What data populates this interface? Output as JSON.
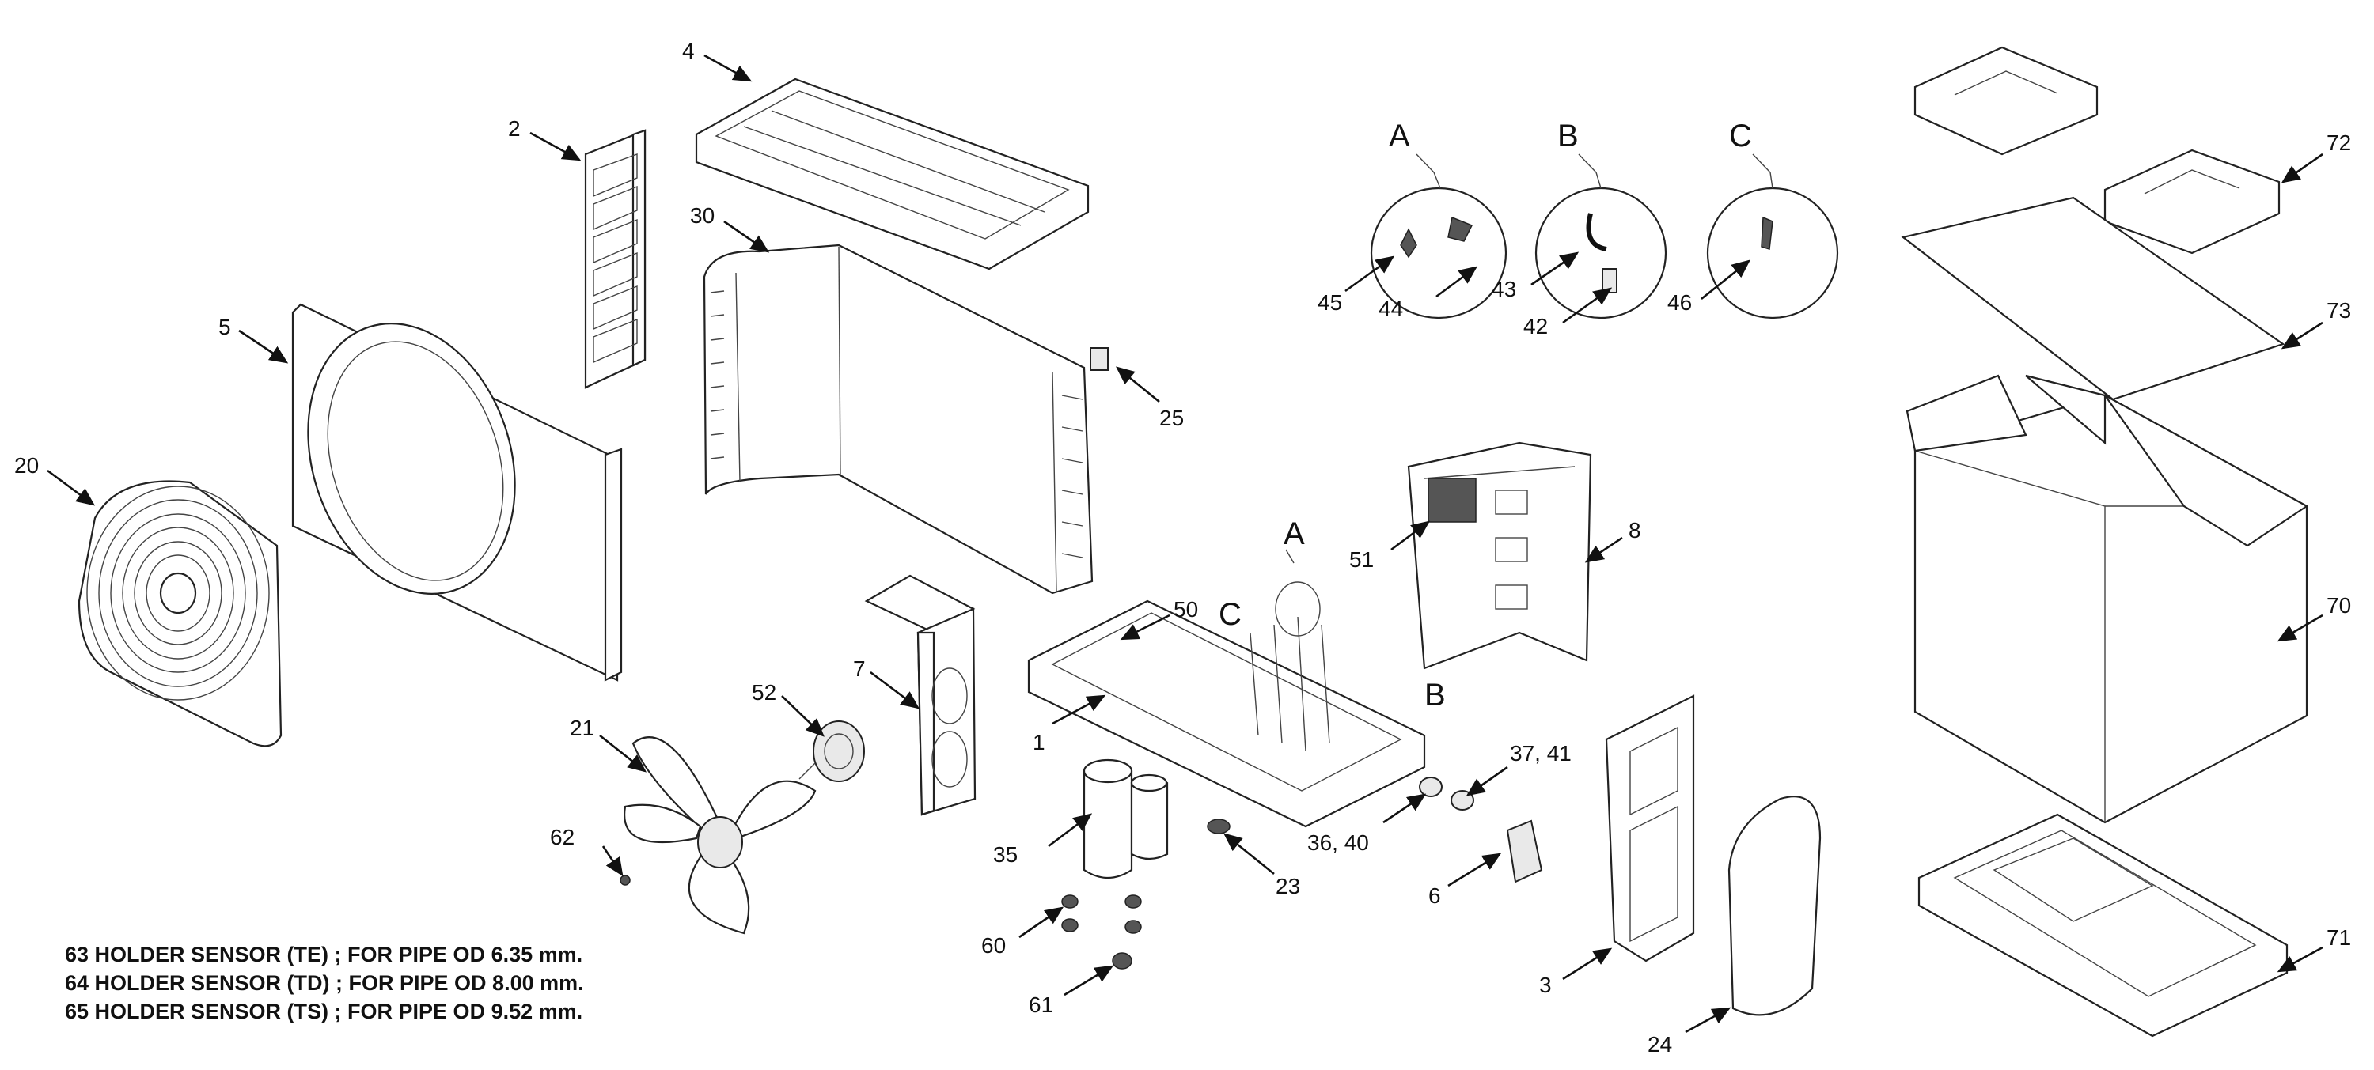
{
  "callouts": [
    {
      "id": "c2",
      "text": "2"
    },
    {
      "id": "c4",
      "text": "4"
    },
    {
      "id": "c5",
      "text": "5"
    },
    {
      "id": "c30",
      "text": "30"
    },
    {
      "id": "c20",
      "text": "20"
    },
    {
      "id": "c25",
      "text": "25"
    },
    {
      "id": "c45",
      "text": "45"
    },
    {
      "id": "c44",
      "text": "44"
    },
    {
      "id": "c43",
      "text": "43"
    },
    {
      "id": "c42",
      "text": "42"
    },
    {
      "id": "c46",
      "text": "46"
    },
    {
      "id": "c72",
      "text": "72"
    },
    {
      "id": "c73",
      "text": "73"
    },
    {
      "id": "c70",
      "text": "70"
    },
    {
      "id": "c71",
      "text": "71"
    },
    {
      "id": "c8",
      "text": "8"
    },
    {
      "id": "c51",
      "text": "51"
    },
    {
      "id": "c50",
      "text": "50"
    },
    {
      "id": "c7",
      "text": "7"
    },
    {
      "id": "c52",
      "text": "52"
    },
    {
      "id": "c21",
      "text": "21"
    },
    {
      "id": "c1",
      "text": "1"
    },
    {
      "id": "c62",
      "text": "62"
    },
    {
      "id": "c35",
      "text": "35"
    },
    {
      "id": "c23",
      "text": "23"
    },
    {
      "id": "c3640",
      "text": "36, 40"
    },
    {
      "id": "c3741",
      "text": "37, 41"
    },
    {
      "id": "c6",
      "text": "6"
    },
    {
      "id": "c3",
      "text": "3"
    },
    {
      "id": "c24",
      "text": "24"
    },
    {
      "id": "c60",
      "text": "60"
    },
    {
      "id": "c61",
      "text": "61"
    }
  ],
  "detail_letters": [
    {
      "id": "detA",
      "text": "A"
    },
    {
      "id": "detB",
      "text": "B"
    },
    {
      "id": "detC",
      "text": "C"
    },
    {
      "id": "mainA",
      "text": "A"
    },
    {
      "id": "mainB",
      "text": "B"
    },
    {
      "id": "mainC",
      "text": "C"
    }
  ],
  "notes": [
    "63  HOLDER SENSOR (TE) ; FOR PIPE OD 6.35 mm.",
    "64  HOLDER SENSOR (TD) ; FOR PIPE OD 8.00 mm.",
    "65  HOLDER SENSOR (TS) ; FOR PIPE OD 9.52 mm."
  ]
}
